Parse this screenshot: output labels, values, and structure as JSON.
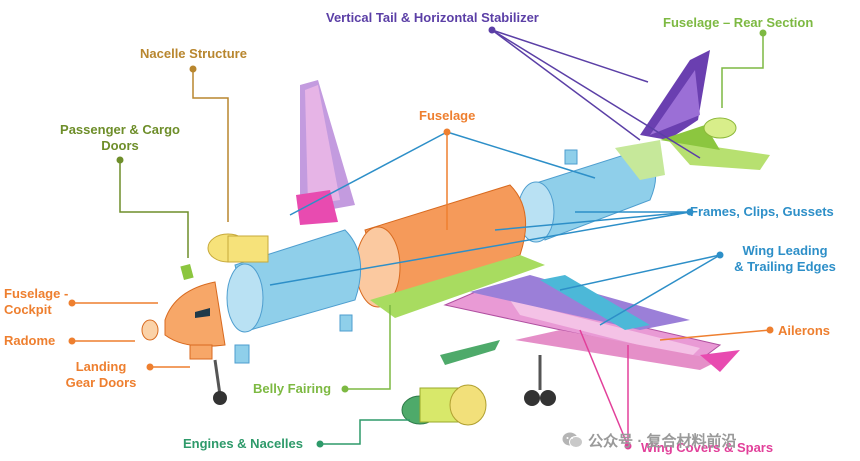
{
  "colors": {
    "purple": "#5B3FA6",
    "green": "#7DB942",
    "olive": "#6E8E2A",
    "brown": "#B8862E",
    "orange": "#EE7F2F",
    "blue": "#2D8FC8",
    "pink": "#E2409A",
    "gray": "#9a9a9a"
  },
  "labels": {
    "vertical_tail": "Vertical Tail & Horizontal Stabilizer",
    "fuselage_rear": "Fuselage – Rear Section",
    "nacelle_structure": "Nacelle Structure",
    "fuselage": "Fuselage",
    "passenger_cargo_doors": [
      "Passenger & Cargo",
      "Doors"
    ],
    "frames_clips_gussets": "Frames, Clips, Gussets",
    "wing_edges": [
      "Wing Leading",
      "& Trailing Edges"
    ],
    "fuselage_cockpit": [
      "Fuselage -",
      "Cockpit"
    ],
    "radome": "Radome",
    "landing_gear_doors": [
      "Landing",
      "Gear Doors"
    ],
    "ailerons": "Ailerons",
    "belly_fairing": "Belly Fairing",
    "engines_nacelles": "Engines & Nacelles",
    "wing_covers_spars": "Wing Covers & Spars"
  },
  "watermark": {
    "icon": "wechat-icon",
    "text": "公众号 · 复合材料前沿"
  }
}
